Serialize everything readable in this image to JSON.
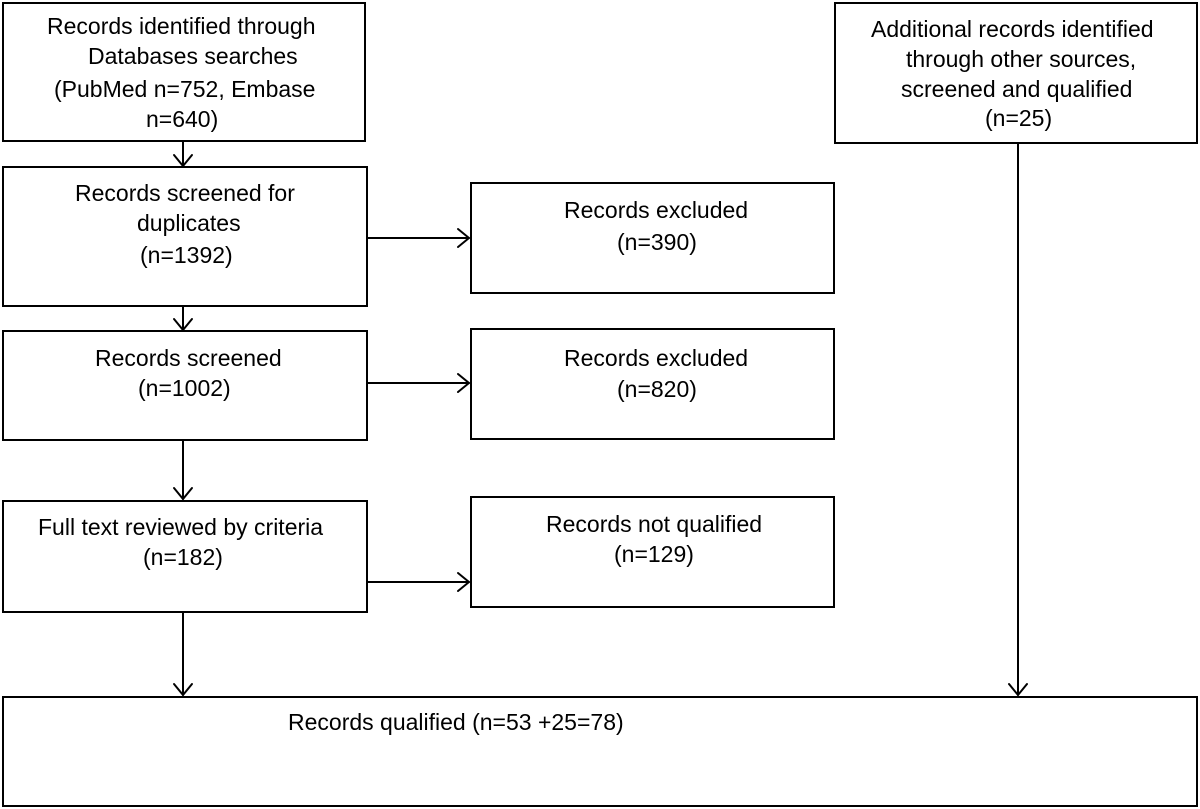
{
  "boxes": {
    "identified": {
      "lines": [
        "Records identified through",
        "Databases searches",
        "(PubMed n=752, Embase",
        "n=640)"
      ]
    },
    "additional": {
      "lines": [
        "Additional records identified",
        "through other sources,",
        "screened and qualified",
        "(n=25)"
      ]
    },
    "screened_duplicates": {
      "lines": [
        "Records screened for",
        "duplicates",
        "(n=1392)"
      ]
    },
    "excluded_1": {
      "lines": [
        "Records excluded",
        "(n=390)"
      ]
    },
    "screened": {
      "lines": [
        "Records screened",
        "(n=1002)"
      ]
    },
    "excluded_2": {
      "lines": [
        "Records excluded",
        "(n=820)"
      ]
    },
    "full_text": {
      "lines": [
        "Full text reviewed by criteria",
        "(n=182)"
      ]
    },
    "not_qualified": {
      "lines": [
        "Records not qualified",
        "(n=129)"
      ]
    },
    "qualified": {
      "lines": [
        "Records qualified (n=53 +25=78)"
      ]
    }
  },
  "colors": {
    "stroke": "#000000",
    "background": "#ffffff"
  }
}
